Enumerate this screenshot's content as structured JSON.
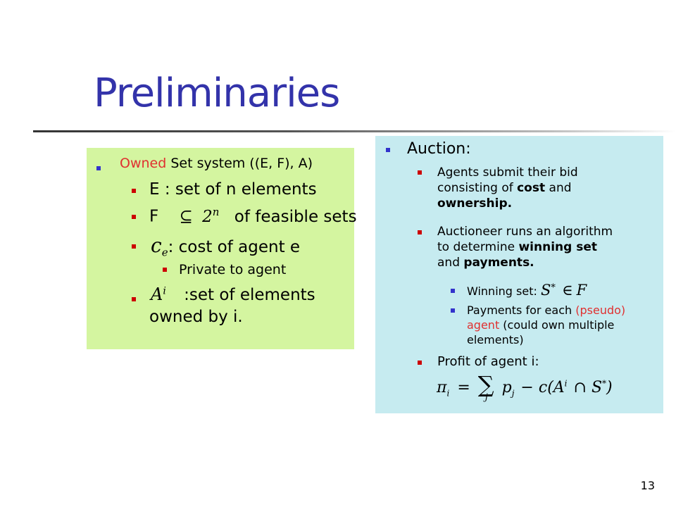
{
  "slide": {
    "title": "Preliminaries",
    "page_number": "13"
  },
  "left": {
    "l1_owned": "Owned",
    "l1_rest": " Set system ((E, F), A)",
    "l2": "E : set of n elements",
    "l3_F": "F",
    "l3_subset": "⊆",
    "l3_two": "2",
    "l3_n": "n",
    "l3_rest": "of feasible sets",
    "l4_c": "c",
    "l4_e": "e",
    "l4_rest": ": cost of agent e",
    "l5": "Private to agent",
    "l6_A": "A",
    "l6_i": "i",
    "l6_rest": ":set of elements",
    "l6_cont": "owned by i."
  },
  "right": {
    "heading": "Auction:",
    "r1_line1": "Agents submit their bid",
    "r1_line2_a": "consisting of ",
    "r1_line2_b": "cost",
    "r1_line2_c": " and",
    "r1_line3": "ownership.",
    "r2_line1": "Auctioneer runs an algorithm",
    "r2_line2_a": "to determine ",
    "r2_line2_b": "winning set",
    "r2_line3_a": "and ",
    "r2_line3_b": "payments.",
    "r3_label": "Winning set:",
    "r3_S": "S",
    "r3_star": "*",
    "r3_in": "∈",
    "r3_F": "F",
    "r4_a": "Payments for each ",
    "r4_b": "(pseudo)",
    "r4_c": "agent",
    "r4_d": " (could own multiple",
    "r4_e": "elements)",
    "r5": "Profit of agent i:",
    "formula_pi": "π",
    "formula_i": "i",
    "formula_eq": "=",
    "formula_sum": "∑",
    "formula_j": "j",
    "formula_p": "p",
    "formula_pj": "j",
    "formula_minus": "−",
    "formula_c": "c",
    "formula_open": "(",
    "formula_A": "A",
    "formula_Ai": "i",
    "formula_cap": "∩",
    "formula_S": "S",
    "formula_Sstar": "*",
    "formula_close": ")"
  }
}
